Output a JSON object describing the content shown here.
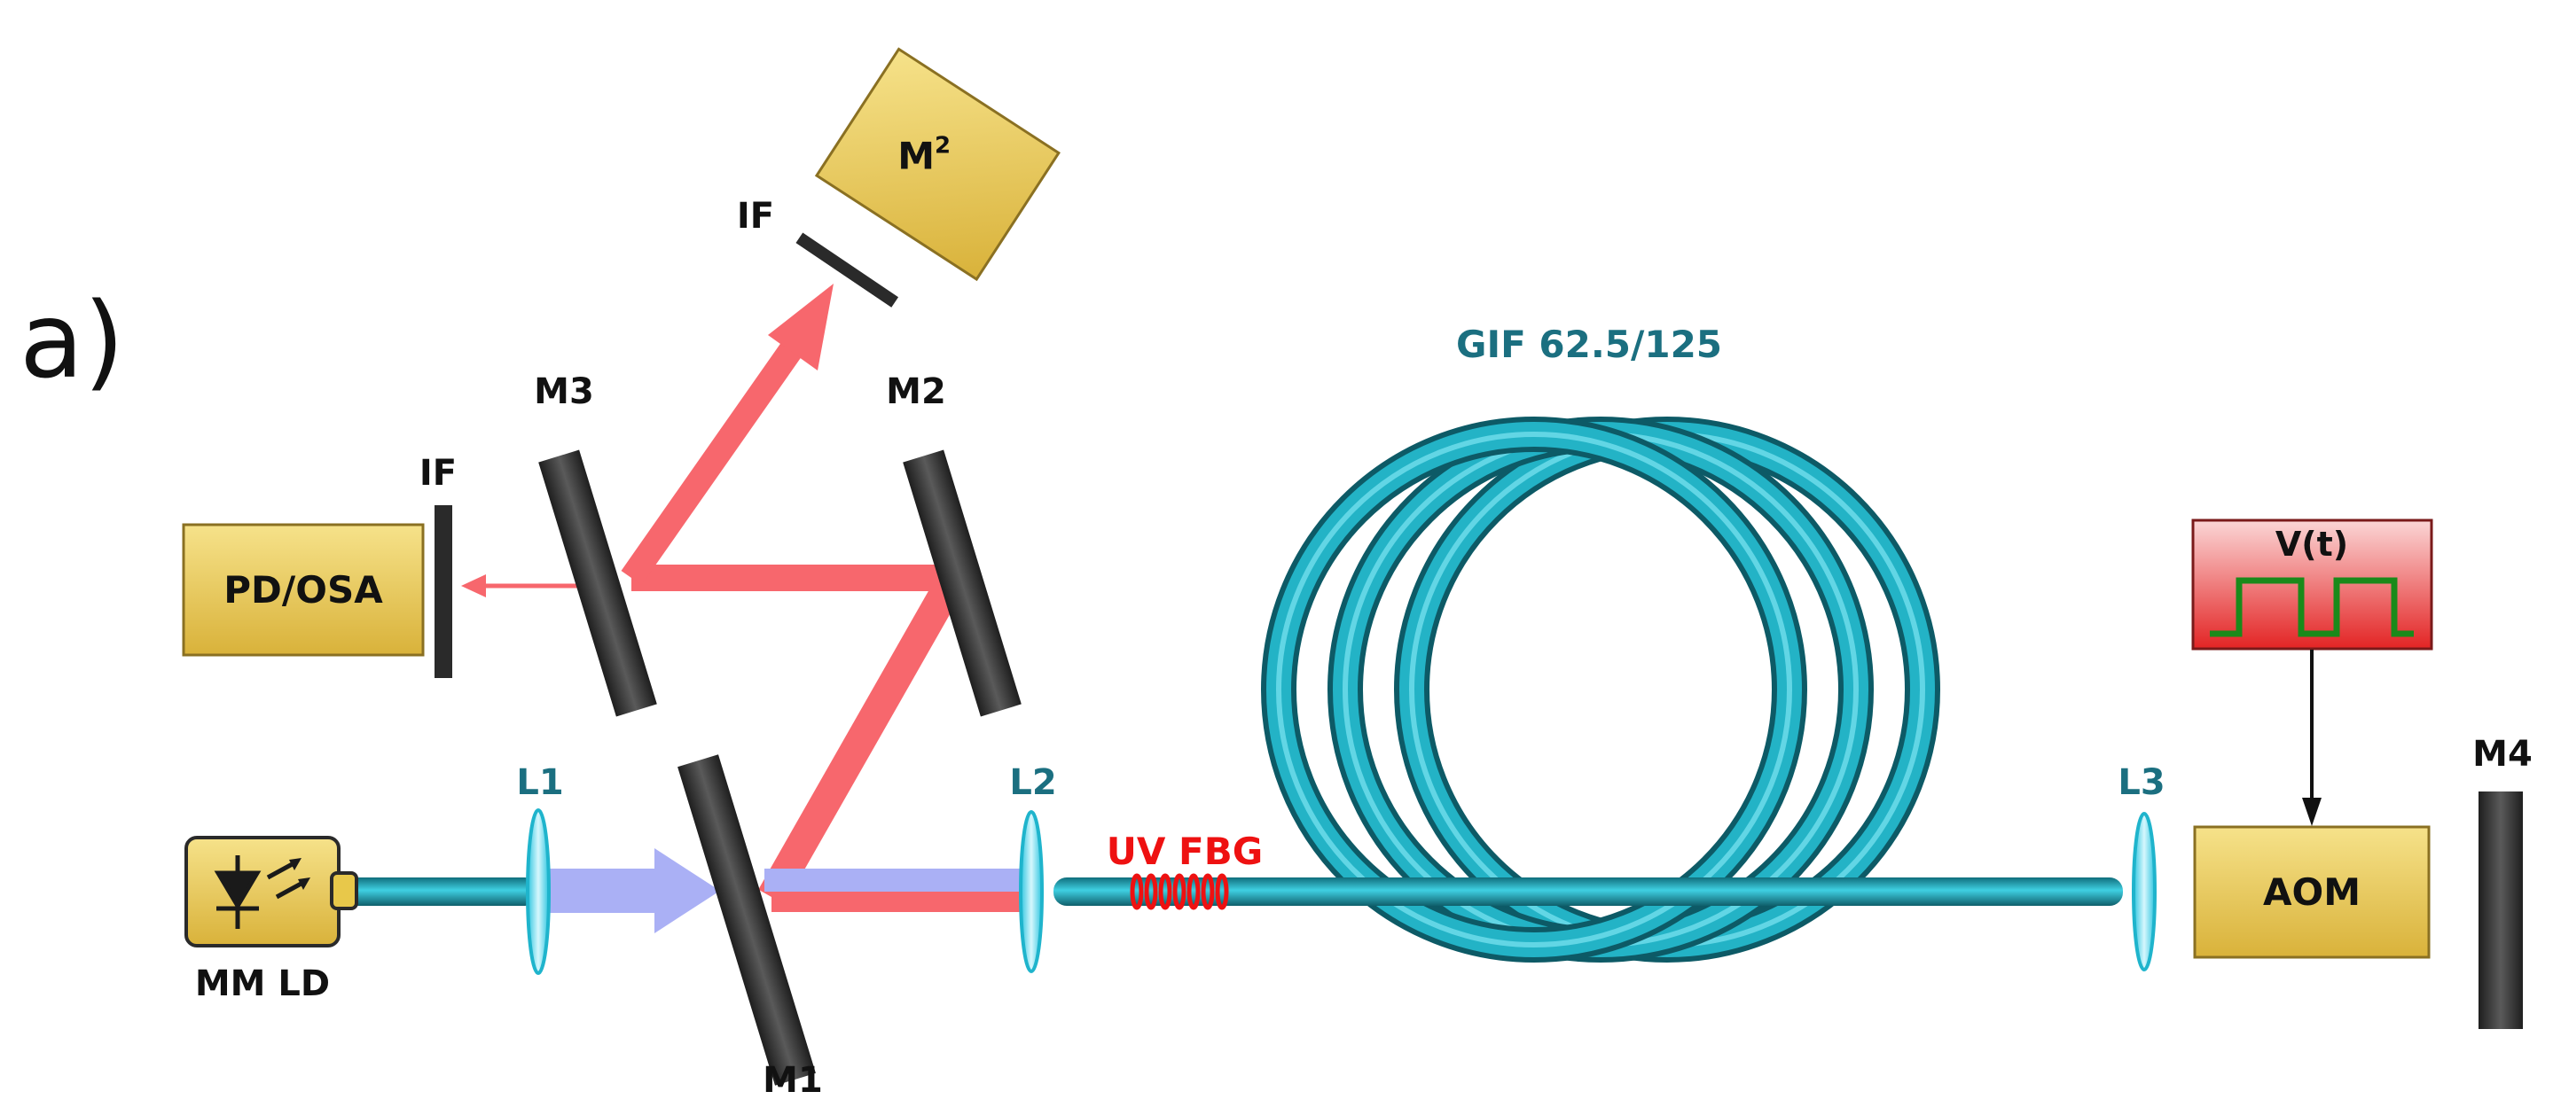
{
  "panel_label": "a)",
  "labels": {
    "mirror_m1": "M1",
    "mirror_m2": "M2",
    "mirror_m3": "M3",
    "mirror_m4": "M4",
    "lens_l1": "L1",
    "lens_l2": "L2",
    "lens_l3": "L3",
    "filter_top": "IF",
    "filter_side": "IF",
    "m2_box": "M",
    "m2_box_sup": "2",
    "pd_osa": "PD/OSA",
    "laser_diode": "MM LD",
    "fiber": "GIF 62.5/125",
    "fbg": "UV FBG",
    "aom": "AOM",
    "voltage": "V(t)"
  },
  "colors": {
    "beam_red": "#f7676d",
    "beam_pump": "#aab0f5",
    "fiber_teal": "#1aa6b8",
    "lens_blue": "#58d8ee",
    "box_gold": "#e8c84a",
    "voltage_red": "#f04a4a",
    "signal_green": "#1a8a1a",
    "mirror_dark": "#333333",
    "label_teal": "#1b6f80",
    "label_red": "#ee1111"
  }
}
